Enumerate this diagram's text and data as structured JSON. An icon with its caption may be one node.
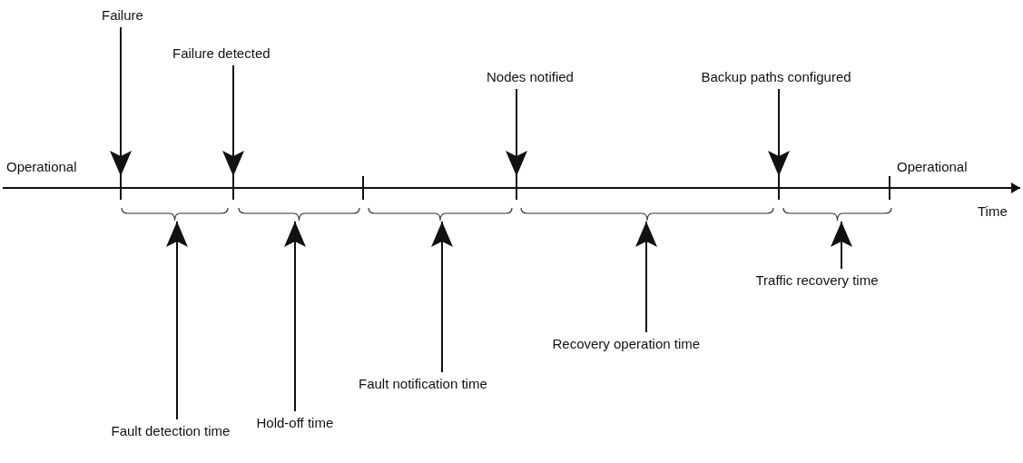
{
  "diagram": {
    "nodes": [
      {
        "text": [
          "Failure"
        ]
      },
      {
        "text": [
          "Failure detected"
        ]
      },
      {
        "text": [
          "Nodes notified"
        ]
      },
      {
        "text": [
          "Backup paths configured"
        ]
      },
      {
        "text": [],
        "shape": "bar"
      },
      {
        "text": [],
        "shape": "bar"
      },
      {
        "text": [],
        "shape": "bar"
      },
      {
        "text": [],
        "shape": "bar"
      },
      {
        "text": [],
        "shape": "bar"
      },
      {
        "text": [],
        "shape": "bar"
      },
      {
        "text": [],
        "shape": "brace"
      },
      {
        "text": [],
        "shape": "brace"
      },
      {
        "text": [],
        "shape": "brace"
      },
      {
        "text": [],
        "shape": "brace"
      },
      {
        "text": [],
        "shape": "brace"
      },
      {
        "text": [
          "Traffic recovery time"
        ]
      },
      {
        "text": [
          "Recovery operation time"
        ]
      },
      {
        "text": [
          "Fault notification time"
        ]
      },
      {
        "text": [
          "Hold-off time"
        ]
      },
      {
        "text": [
          "Fault detection time"
        ]
      }
    ],
    "edges": [
      {
        "from": 0,
        "to": 4,
        "arrow": "to"
      },
      {
        "from": 1,
        "to": 5,
        "arrow": "to"
      },
      {
        "from": 2,
        "to": 7,
        "arrow": "to"
      },
      {
        "from": 3,
        "to": 8,
        "arrow": "to"
      },
      {
        "from": 19,
        "to": 10,
        "arrow": "to"
      },
      {
        "from": 18,
        "to": 11,
        "arrow": "to"
      },
      {
        "from": 17,
        "to": 12,
        "arrow": "to"
      },
      {
        "from": 16,
        "to": 13,
        "arrow": "to"
      },
      {
        "from": 15,
        "to": 14,
        "arrow": "to"
      }
    ],
    "labels": [
      "Operational",
      "Operational",
      "Time"
    ]
  }
}
